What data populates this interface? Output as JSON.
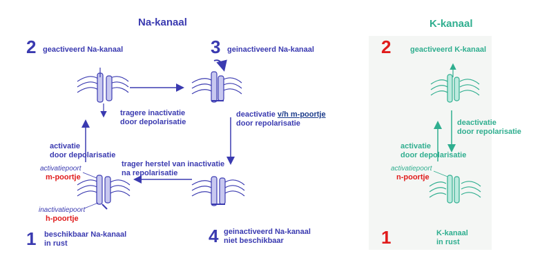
{
  "na": {
    "title": "Na-kanaal",
    "states": {
      "s1": {
        "num": "1",
        "line1": "beschikbaar Na-kanaal",
        "line2": "in rust"
      },
      "s2": {
        "num": "2",
        "line1": "geactiveerd Na-kanaal"
      },
      "s3": {
        "num": "3",
        "line1": "geinactiveerd Na-kanaal"
      },
      "s4": {
        "num": "4",
        "line1": "geinactiveerd Na-kanaal",
        "line2": "niet beschikbaar"
      }
    },
    "transitions": {
      "t12": {
        "line1": "activatie",
        "line2": "door depolarisatie"
      },
      "t23": {
        "line1": "tragere inactivatie",
        "line2": "door depolarisatie"
      },
      "t34": {
        "line1_a": "deactivatie ",
        "line1_b": "v/h m-poortje",
        "line2": "door repolarisatie"
      },
      "t41": {
        "line1": "trager herstel van inactivatie",
        "line2": "na repolarisatie"
      }
    },
    "gates": {
      "m_label": "activatiepoort",
      "m_name": "m-poortje",
      "h_label": "inactivatiepoort",
      "h_name": "h-poortje"
    }
  },
  "k": {
    "title": "K-kanaal",
    "states": {
      "s1": {
        "num": "1",
        "line1": "K-kanaal",
        "line2": "in rust"
      },
      "s2": {
        "num": "2",
        "line1": "geactiveerd K-kanaal"
      }
    },
    "transitions": {
      "act": {
        "line1": "activatie",
        "line2": "door depolarisatie"
      },
      "deact": {
        "line1": "deactivatie",
        "line2": "door repolarisatie"
      }
    },
    "gates": {
      "n_label": "activatiepoort",
      "n_name": "n-poortje"
    }
  },
  "colors": {
    "na": "#3a3ab0",
    "k": "#2fae8f",
    "accent": "#e01b1b",
    "link": "#1a3a8a"
  }
}
